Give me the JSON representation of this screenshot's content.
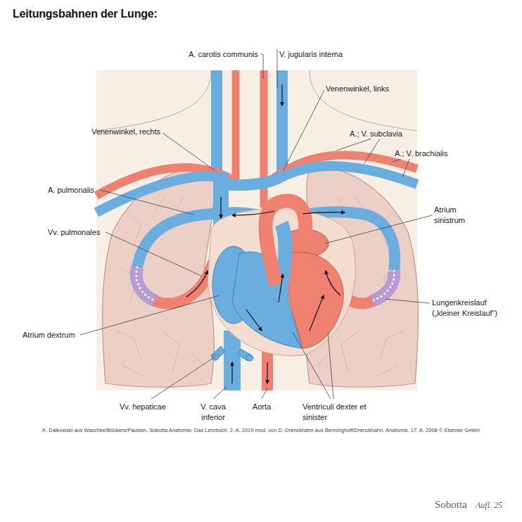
{
  "diagram": {
    "title": "Leitungsbahnen der Lunge:",
    "labels": [
      "A. carotis communis",
      "V. jugularis interna",
      "Venenwinkel, links",
      "Venenwinkel, rechts",
      "A.; V. subclavia",
      "A.; V. brachialis",
      "A. pulmonalis",
      "Atrium sinistrum",
      "Vv. pulmonales",
      "Lungenkreislauf („kleiner Kreislauf“)",
      "Atrium dextrum",
      "Vv. hepaticae",
      "V. cava inferior",
      "Aorta",
      "Ventriculi dexter et sinister",
      "K. Dalkowski aus Waschke/Böckers/Paulsen. Sobotta Anatomie: Das Lehrbuch. 2. A. 2019 mod. von D. Drenckhahn aus Benninghoff/Drenckhahn. Anatomie. 17. A. 2008 © Elsevier GmbH",
      "Sobotta",
      "Aufl. 25"
    ]
  }
}
